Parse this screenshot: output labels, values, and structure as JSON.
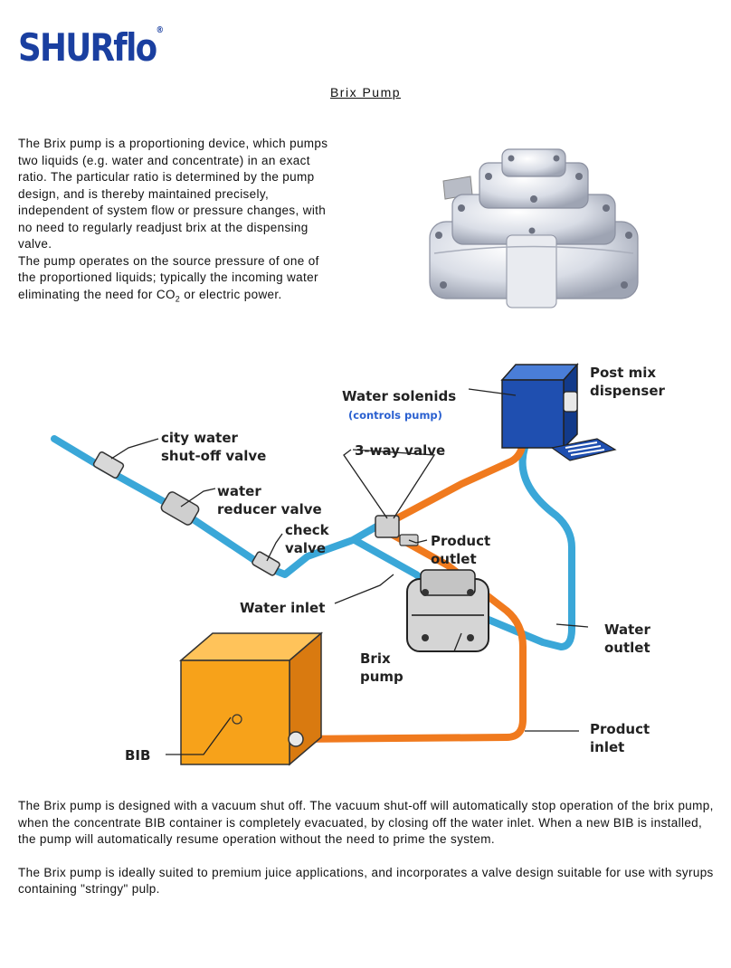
{
  "brand": {
    "logo_text": "SHURflo",
    "logo_mark": "®"
  },
  "title": "Brix Pump",
  "intro": {
    "para1": "The Brix pump is a proportioning device, which pumps two liquids (e.g. water and concentrate) in an exact ratio. The particular ratio is determined by the pump design, and is thereby maintained precisely, independent of system flow or pressure changes, with no need to regularly readjust brix at the dispensing valve.",
    "para2_before": "The pump operates on the source pressure of one of the proportioned liquids; typically the incoming water eliminating the need for CO",
    "para2_sub": "2",
    "para2_after": " or electric power."
  },
  "diagram": {
    "labels": {
      "post_mix_1": "Post mix",
      "post_mix_2": "dispenser",
      "water_solenids": "Water solenids",
      "controls_pump": "(controls pump)",
      "city_water_1": "city water",
      "city_water_2": "shut-off valve",
      "three_way": "3-way valve",
      "water_reducer_1": "water",
      "water_reducer_2": "reducer valve",
      "check_1": "check",
      "check_2": "valve",
      "product_outlet_1": "Product",
      "product_outlet_2": "outlet",
      "water_inlet": "Water inlet",
      "water_outlet_1": "Water",
      "water_outlet_2": "outlet",
      "brix_pump_1": "Brix",
      "brix_pump_2": "pump",
      "product_inlet_1": "Product",
      "product_inlet_2": "inlet",
      "bib": "BIB"
    },
    "colors": {
      "water_line": "#3aa7d8",
      "product_line": "#f07a1e",
      "bib_box": "#f7a21a",
      "dispenser": "#1f4fb0"
    }
  },
  "body": {
    "para3": "The Brix pump is designed with a vacuum shut off. The vacuum shut-off will automatically stop operation of the brix pump, when the concentrate BIB container is completely evacuated, by closing off the water inlet. When a new BIB is installed, the pump will automatically resume operation without the need to prime the system.",
    "para4": "The Brix pump is ideally suited to premium juice applications, and incorporates a valve design suitable for use with syrups containing \"stringy\" pulp."
  }
}
